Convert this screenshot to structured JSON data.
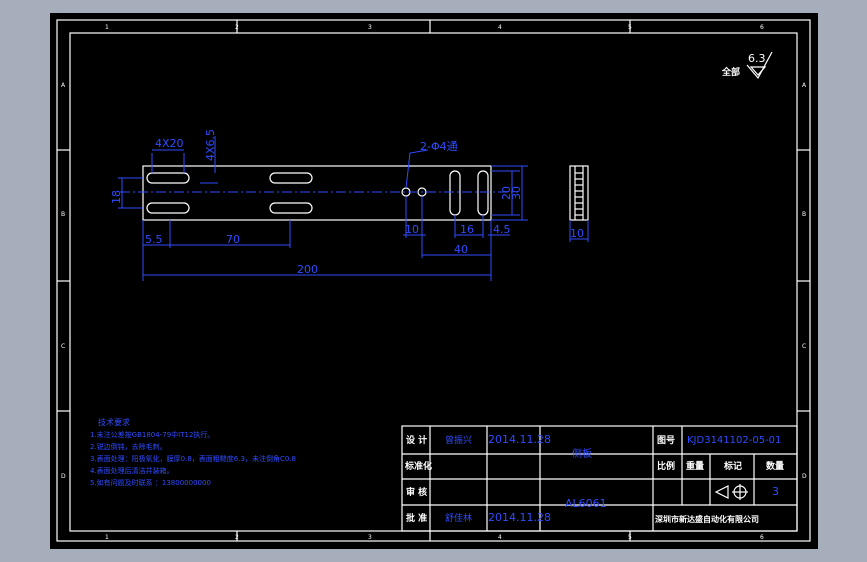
{
  "zones": {
    "columns": [
      "1",
      "2",
      "3",
      "4",
      "5",
      "6"
    ],
    "rows": [
      "A",
      "B",
      "C",
      "D"
    ]
  },
  "surface_finish": {
    "label": "全部",
    "value": "6.3"
  },
  "dimensions": {
    "slot_width": "4X20",
    "slot_height": "4X6.5",
    "height_18": "18",
    "left_offset": "5.5",
    "slot_spacing": "70",
    "total_length": "200",
    "hole_callout": "2-Φ4通",
    "d10": "10",
    "d40": "40",
    "d16": "16",
    "d4_5": "4.5",
    "d20": "20",
    "d30": "30",
    "side_width": "10"
  },
  "notes": {
    "title": "技术要求",
    "lines": [
      "1.未注公差按GB1804-79中IT12执行。",
      "2.锐边倒钝，去除毛刺。",
      "3.表面处理：阳极氧化，膜厚0.8，表面粗糙度6.3，未注倒角C0.8",
      "4.表面处理后清洁并装箱。",
      "5.如有问题及时联系 ：13800000000"
    ]
  },
  "title_block": {
    "design_label": "设 计",
    "designer": "曾振兴",
    "design_date": "2014.11.28",
    "standard_label": "标准化",
    "review_label": "审 核",
    "approve_label": "批 准",
    "approver": "舒佳林",
    "approve_date": "2014.11.28",
    "part_name": "侧板",
    "material": "AL6061",
    "drawing_no_label": "图号",
    "drawing_no": "KJD3141102-05-01",
    "scale_label": "比例",
    "weight_label": "重量",
    "mark_label": "标记",
    "qty_label": "数量",
    "qty": "3",
    "company": "深圳市新达盛自动化有限公司"
  },
  "colors": {
    "sheet": "#000000",
    "background": "#a6aebb",
    "outline": "#ffffff",
    "dimension": "#2f4cff"
  }
}
